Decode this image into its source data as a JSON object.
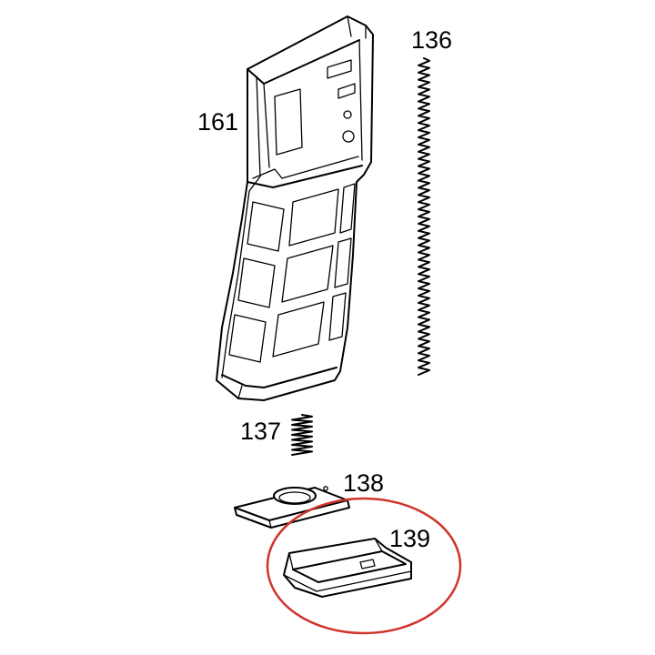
{
  "parts": [
    {
      "id": "161",
      "label": "161"
    },
    {
      "id": "136",
      "label": "136"
    },
    {
      "id": "137",
      "label": "137"
    },
    {
      "id": "138",
      "label": "138"
    },
    {
      "id": "139",
      "label": "139"
    }
  ],
  "highlight": {
    "part": "139",
    "color": "#d0342c"
  }
}
